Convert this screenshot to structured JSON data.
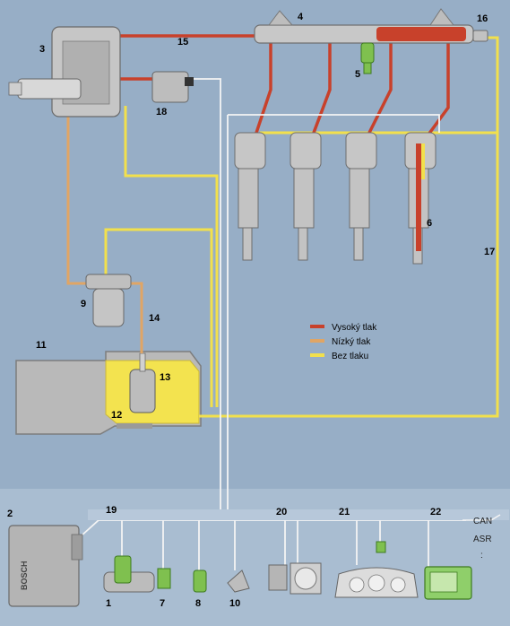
{
  "legend": [
    {
      "label": "Vysoký tlak",
      "color": "#c8412b"
    },
    {
      "label": "Nízký tlak",
      "color": "#e0a565"
    },
    {
      "label": "Bez tlaku",
      "color": "#f2e04c"
    }
  ],
  "labels": {
    "n1": "1",
    "n2": "2",
    "n3": "3",
    "n4": "4",
    "n5": "5",
    "n6": "6",
    "n7": "7",
    "n8": "8",
    "n9": "9",
    "n10": "10",
    "n11": "11",
    "n12": "12",
    "n13": "13",
    "n14": "14",
    "n15": "15",
    "n16": "16",
    "n17": "17",
    "n18": "18",
    "n19": "19",
    "n20": "20",
    "n21": "21",
    "n22": "22"
  },
  "bus": {
    "can": "CAN",
    "asr": "ASR",
    "more": ":"
  },
  "ecu": {
    "brand": "BOSCH"
  },
  "colors": {
    "high_pressure": "#c8412b",
    "low_pressure": "#e0a565",
    "no_pressure": "#f2e04c",
    "background": "#97aec6",
    "wiring": "#f4f4f4"
  }
}
